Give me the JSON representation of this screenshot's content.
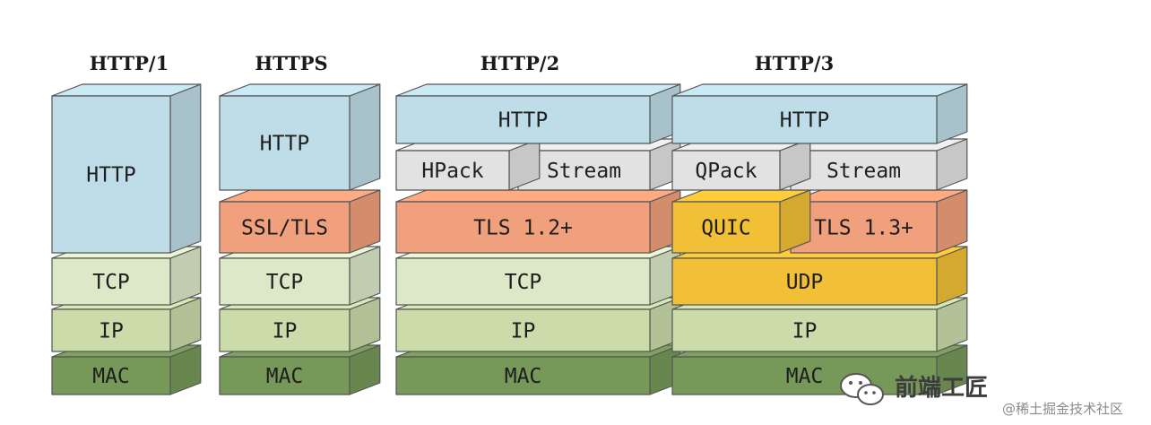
{
  "columns": [
    {
      "title": "HTTP/1",
      "blocks": [
        {
          "label": "HTTP",
          "kind": "http"
        },
        {
          "label": "TCP",
          "kind": "tcp"
        },
        {
          "label": "IP",
          "kind": "ip"
        },
        {
          "label": "MAC",
          "kind": "mac"
        }
      ]
    },
    {
      "title": "HTTPS",
      "blocks": [
        {
          "label": "HTTP",
          "kind": "http"
        },
        {
          "label": "SSL/TLS",
          "kind": "tls"
        },
        {
          "label": "TCP",
          "kind": "tcp"
        },
        {
          "label": "IP",
          "kind": "ip"
        },
        {
          "label": "MAC",
          "kind": "mac"
        }
      ]
    },
    {
      "title": "HTTP/2",
      "blocks": [
        {
          "label": "HTTP",
          "kind": "http"
        },
        {
          "label": "HPack",
          "kind": "gray"
        },
        {
          "label": "Stream",
          "kind": "gray"
        },
        {
          "label": "TLS 1.2+",
          "kind": "tls"
        },
        {
          "label": "TCP",
          "kind": "tcp"
        },
        {
          "label": "IP",
          "kind": "ip"
        },
        {
          "label": "MAC",
          "kind": "mac"
        }
      ]
    },
    {
      "title": "HTTP/3",
      "blocks": [
        {
          "label": "HTTP",
          "kind": "http"
        },
        {
          "label": "QPack",
          "kind": "gray"
        },
        {
          "label": "Stream",
          "kind": "gray"
        },
        {
          "label": "QUIC",
          "kind": "quic"
        },
        {
          "label": "TLS 1.3+",
          "kind": "tls"
        },
        {
          "label": "UDP",
          "kind": "quic"
        },
        {
          "label": "IP",
          "kind": "ip"
        },
        {
          "label": "MAC",
          "kind": "mac"
        }
      ]
    }
  ],
  "colors": {
    "http": "#bfdde8",
    "tls": "#f0a07c",
    "tcp": "#dde8c8",
    "ip": "#cbdcaa",
    "mac": "#76995a",
    "gray": "#e2e2e2",
    "quic": "#f2c037",
    "stroke": "#555555"
  },
  "watermark": {
    "main": "前端工匠",
    "sub": "@稀土掘金技术社区"
  }
}
